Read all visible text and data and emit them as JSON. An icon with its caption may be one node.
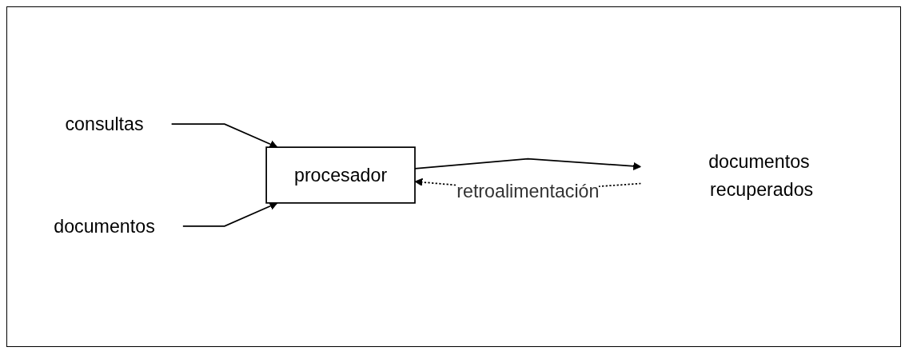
{
  "diagram": {
    "nodes": [
      {
        "text": [
          "consultas"
        ]
      },
      {
        "text": [
          "documentos"
        ]
      },
      {
        "text": [
          "procesador"
        ]
      },
      {
        "text": [
          "documentos recuperados"
        ]
      }
    ],
    "edges": [
      {
        "from": 0,
        "to": 2,
        "arrow": "to"
      },
      {
        "from": 1,
        "to": 2,
        "arrow": "to"
      },
      {
        "from": 2,
        "to": 3,
        "arrow": "to"
      },
      {
        "from": 3,
        "to": 2,
        "arrow": "to",
        "style": "dashed",
        "label": "retroalimentación"
      }
    ]
  }
}
